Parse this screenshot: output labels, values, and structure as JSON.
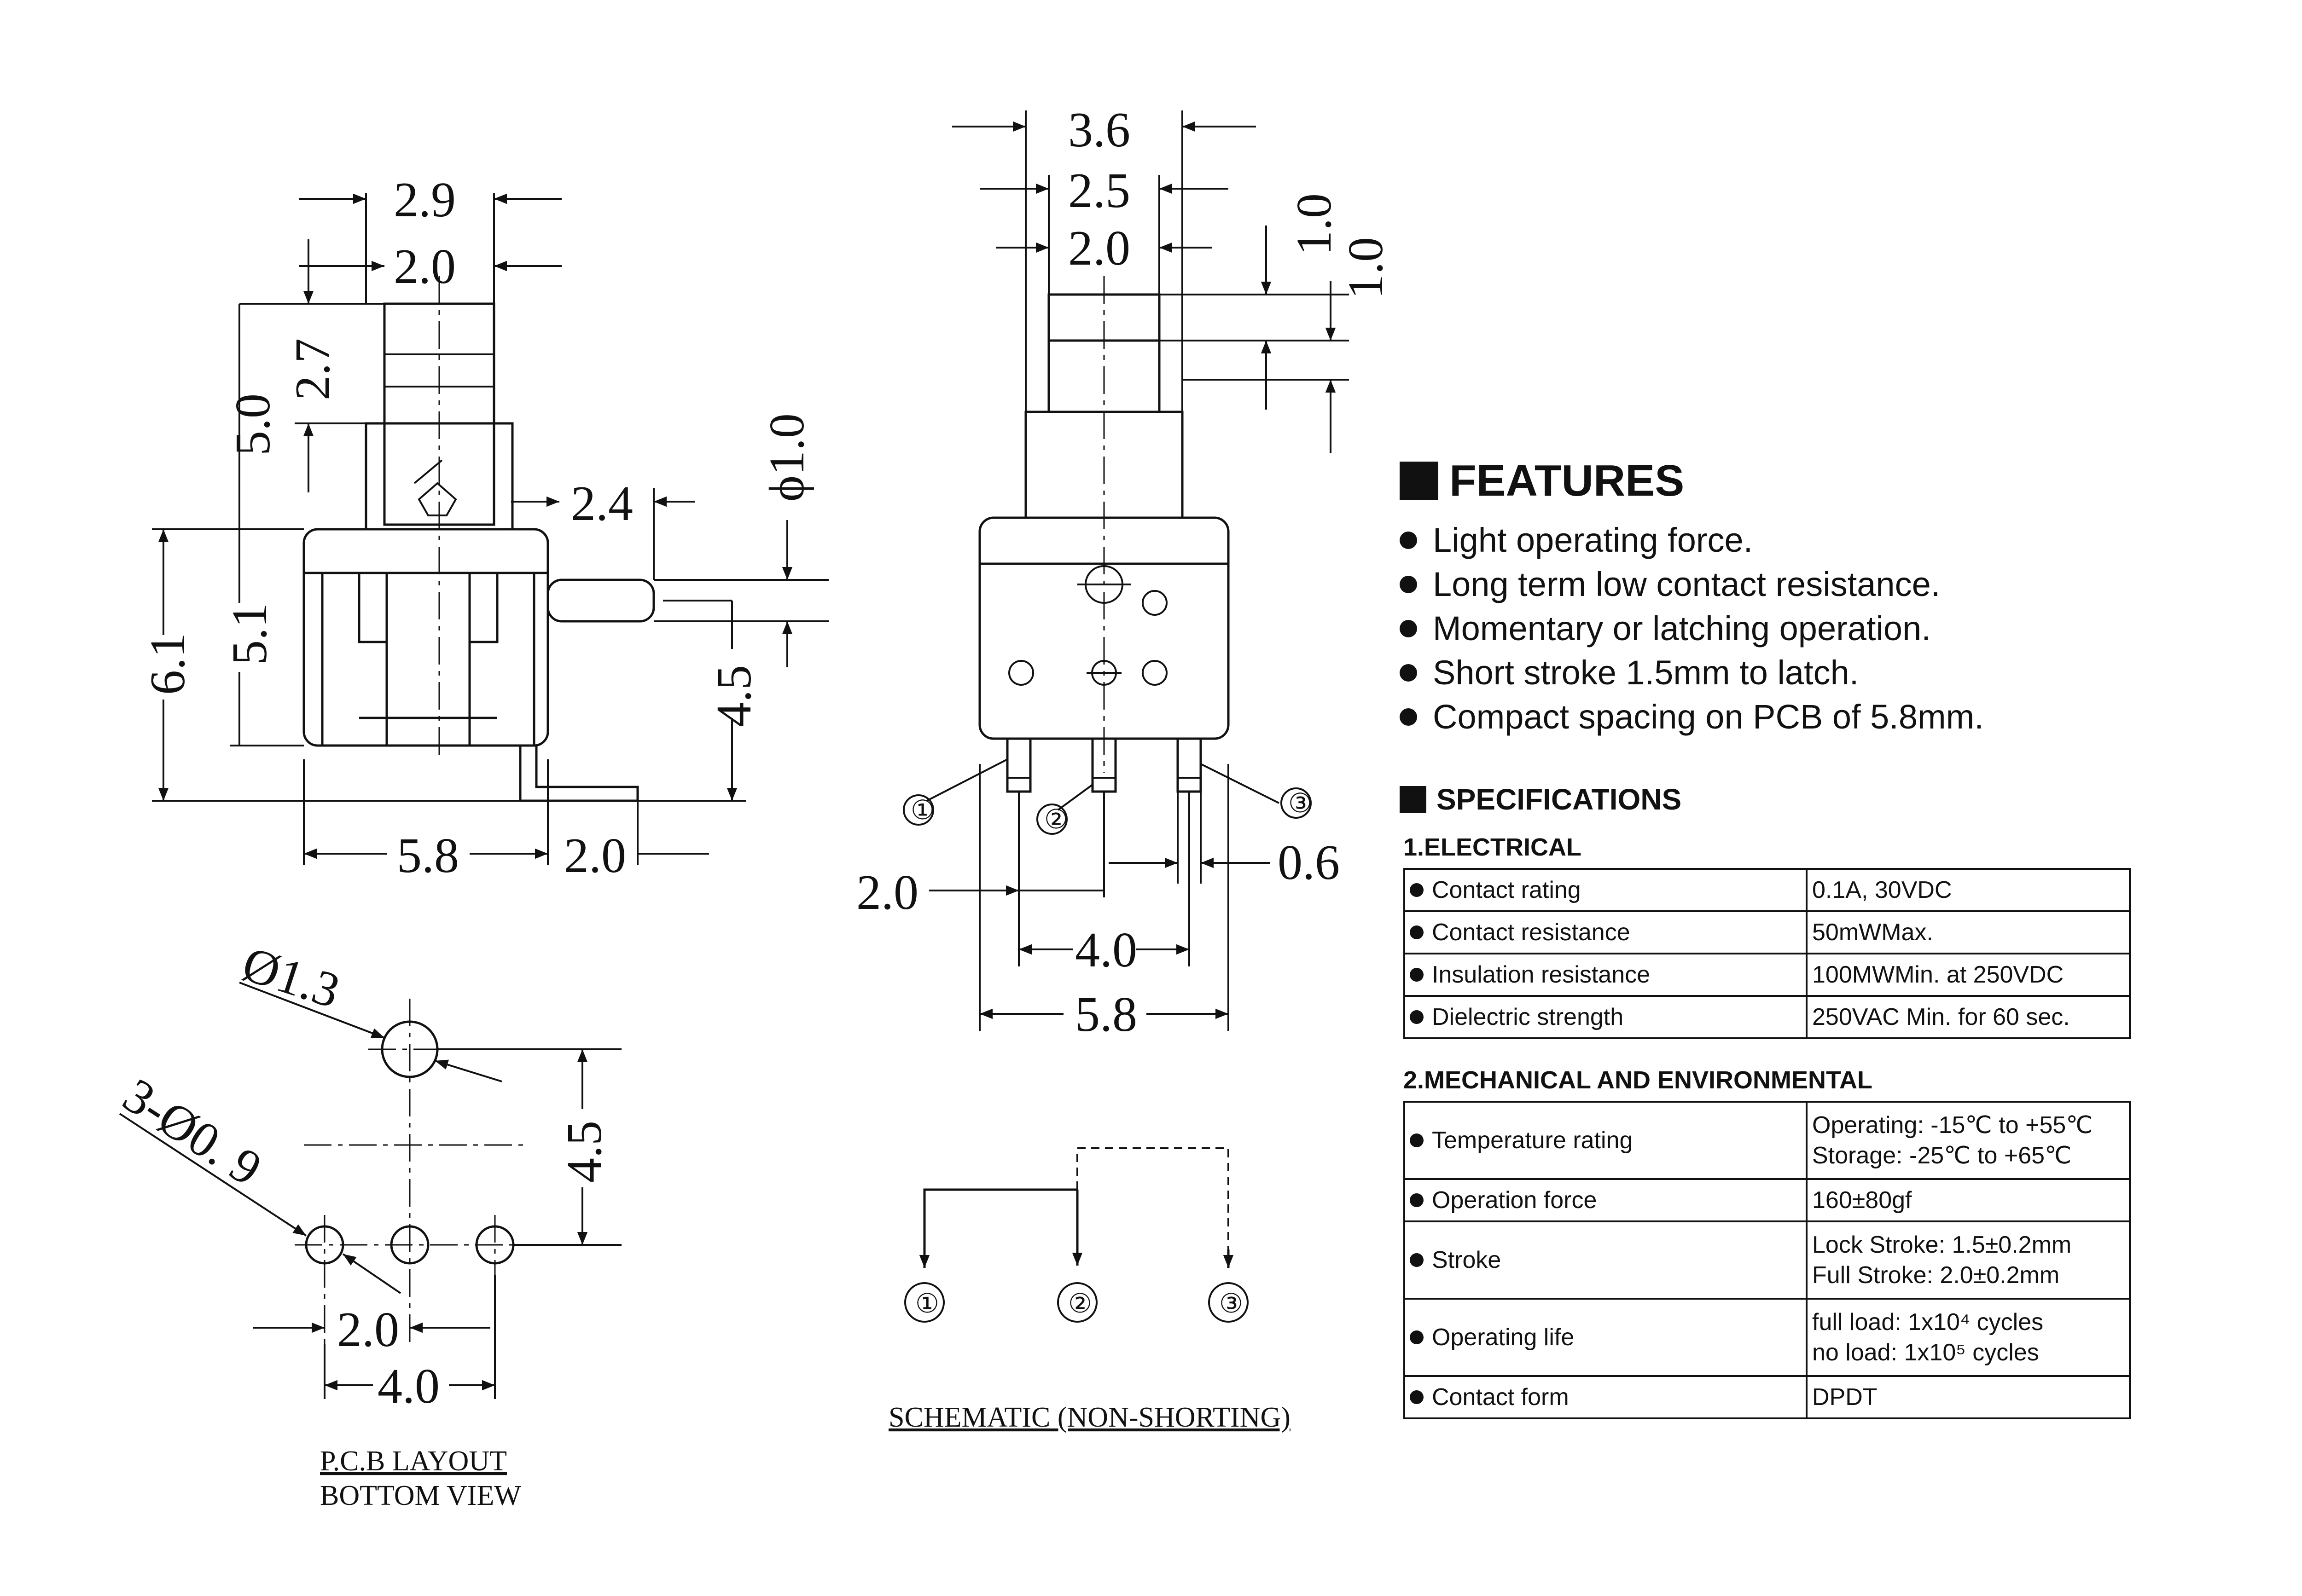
{
  "side_view": {
    "top_width": "2.9",
    "top_inner_width": "2.0",
    "height_to_plunger": "5.0",
    "plunger_step": "2.7",
    "pin_offset": "2.4",
    "pin_diameter": "ϕ1.0",
    "body_height": "6.1",
    "body_inner_height": "5.1",
    "pin_height": "4.5",
    "body_width": "5.8",
    "pin_extension": "2.0"
  },
  "front_view": {
    "width_outer": "3.6",
    "width_mid": "2.5",
    "width_inner": "2.0",
    "step_a": "1.0",
    "step_b": "1.0",
    "pin_labels": [
      "①",
      "②",
      "③"
    ],
    "pitch_left": "2.0",
    "pin_width": "0.6",
    "pin_span": "4.0",
    "body_width": "5.8"
  },
  "pcb_layout": {
    "hole_large": "Ø1.3",
    "holes_small": "3-Ø0. 9",
    "vertical": "4.5",
    "pitch": "2.0",
    "span": "4.0",
    "caption_line1": "P.C.B LAYOUT",
    "caption_line2": "BOTTOM VIEW"
  },
  "schematic": {
    "pin_labels": [
      "①",
      "②",
      "③"
    ],
    "caption": "SCHEMATIC (NON-SHORTING)"
  },
  "features": {
    "title": "FEATURES",
    "items": [
      "Light operating force.",
      "Long term low contact resistance.",
      "Momentary or latching operation.",
      "Short stroke 1.5mm to latch.",
      "Compact spacing on PCB of 5.8mm."
    ]
  },
  "specifications": {
    "title": "SPECIFICATIONS",
    "electrical": {
      "heading": "1.ELECTRICAL",
      "rows": [
        {
          "label": "Contact rating",
          "value": "0.1A, 30VDC"
        },
        {
          "label": "Contact resistance",
          "value": "50mWMax."
        },
        {
          "label": "Insulation resistance",
          "value": "100MWMin. at 250VDC"
        },
        {
          "label": "Dielectric strength",
          "value": "250VAC Min. for 60 sec."
        }
      ]
    },
    "mechanical": {
      "heading": "2.MECHANICAL AND ENVIRONMENTAL",
      "rows": [
        {
          "label": "Temperature rating",
          "value_line1": "Operating: -15℃ to +55℃",
          "value_line2": "Storage: -25℃ to +65℃"
        },
        {
          "label": "Operation force",
          "value_line1": "160±80gf",
          "value_line2": ""
        },
        {
          "label": "Stroke",
          "value_line1": "Lock Stroke: 1.5±0.2mm",
          "value_line2": "Full Stroke: 2.0±0.2mm"
        },
        {
          "label": "Operating life",
          "value_line1": "full load: 1x10⁴ cycles",
          "value_line2": "no load: 1x10⁵ cycles"
        },
        {
          "label": "Contact form",
          "value_line1": "DPDT",
          "value_line2": ""
        }
      ]
    }
  }
}
